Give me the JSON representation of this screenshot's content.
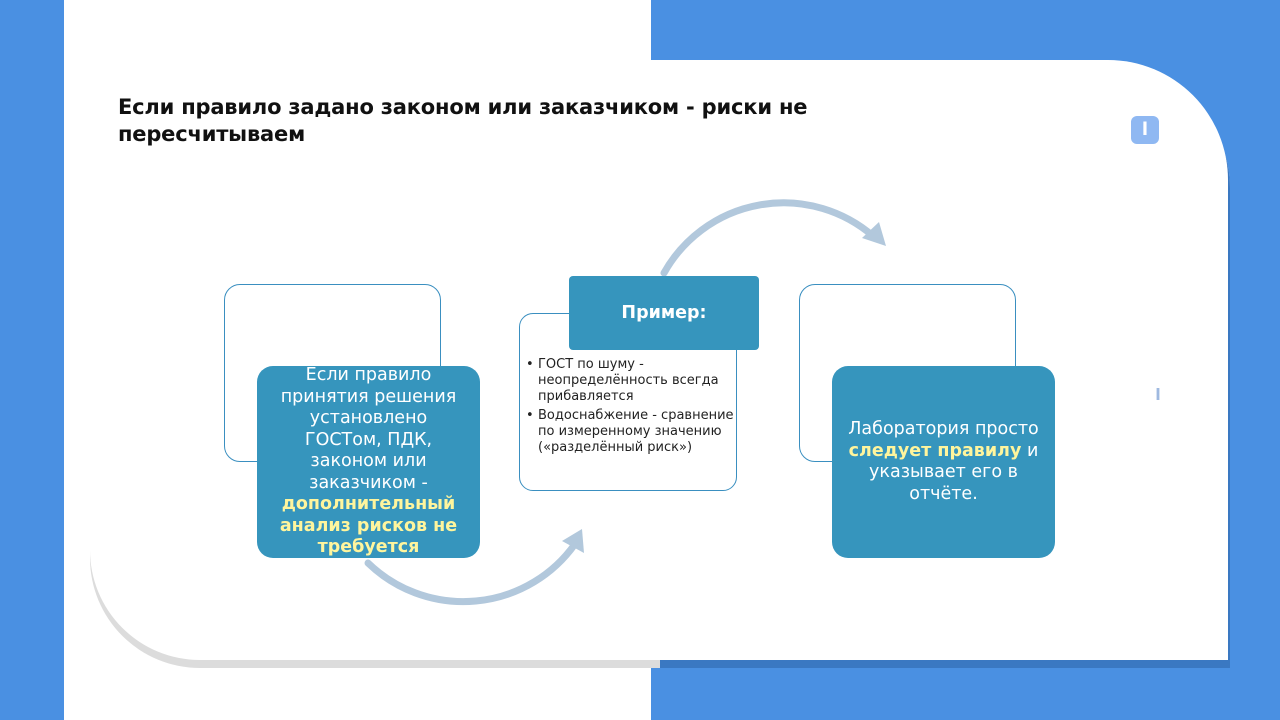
{
  "slide": {
    "title": "Если правило задано законом или заказчиком - риски не пересчитываем",
    "logo_glyph": "l"
  },
  "left_block": {
    "text": "Если правило принятия решения установлено ГОСТом, ПДК, законом или заказчиком -",
    "highlight": "дополнительный анализ рисков не требуется"
  },
  "example": {
    "header": "Пример:",
    "items": [
      "ГОСТ по шуму - неопределённость всегда прибавляется",
      "Водоснабжение - сравнение по измеренному значению («разделённый риск»)"
    ]
  },
  "right_block": {
    "text_before": "Лаборатория просто",
    "highlight": "следует правилу",
    "text_after": "и указывает его в отчёте."
  },
  "colors": {
    "background_blue": "#4a90e2",
    "box_fill": "#3695bd",
    "box_outline": "#3a8fc0",
    "highlight_text": "#fff59d",
    "arrow": "#b2c8dc"
  },
  "icons": {
    "logo": "brand-logo-icon",
    "arrow_top": "curved-arrow-icon",
    "arrow_bottom": "curved-arrow-icon"
  }
}
